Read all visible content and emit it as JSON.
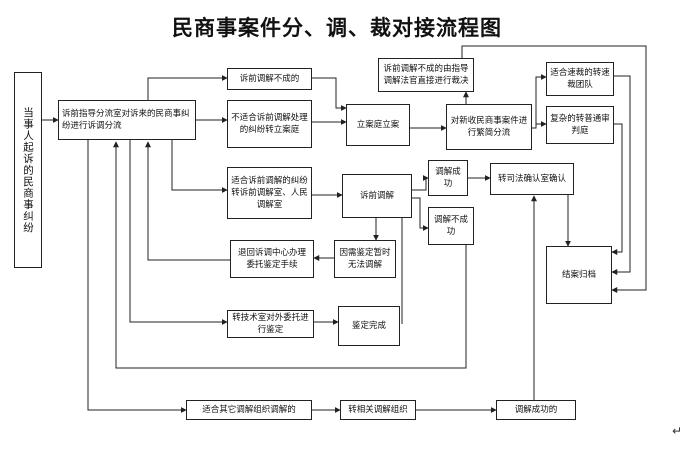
{
  "title": "民商事案件分、调、裁对接流程图",
  "nodes": {
    "start": "当事人起诉的民商事纠纷",
    "guide": "诉前指导分流室对诉来的民商事纠纷进行诉调分流",
    "fail_pre": "诉前调解不成的",
    "not_suitable": "不适合诉前调解处理的纠纷转立案庭",
    "suitable": "适合诉前调解的纠纷转诉前调解室、人民调解室",
    "return_center": "退回诉调中心办理委托鉴定手续",
    "tech": "转技术室对外委托进行鉴定",
    "other": "适合其它调解组织调解的",
    "fail_dir": "诉前调解不成的由指导调解法官直接进行裁决",
    "filing": "立案庭立案",
    "pre_med": "诉前调解",
    "need_appraisal": "因需鉴定暂时无法调解",
    "appraisal_done": "鉴定完成",
    "transfer_org": "转相关调解组织",
    "assign": "对新收民商事案件进行繁简分流",
    "success": "调解成功",
    "fail": "调解不成功",
    "judicial": "转司法确认室确认",
    "success2": "调解成功的",
    "quick": "适合速裁的转速裁团队",
    "complex": "复杂的转普通审判庭",
    "archive": "结案归档"
  },
  "return_mark": "↵"
}
